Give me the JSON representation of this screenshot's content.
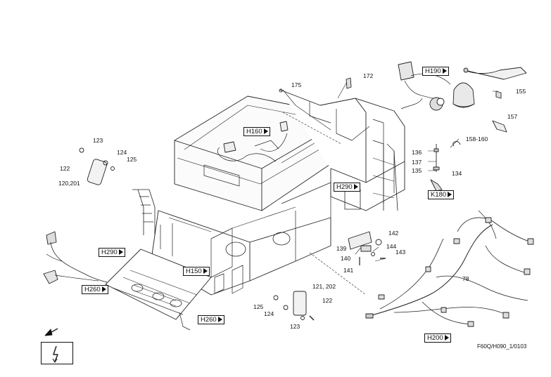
{
  "drawing_code": "F60Q/H090_1/0103",
  "part_numbers": [
    {
      "id": "p175",
      "text": "175"
    },
    {
      "id": "p172",
      "text": "172"
    },
    {
      "id": "p155",
      "text": "155"
    },
    {
      "id": "p157",
      "text": "157"
    },
    {
      "id": "p158",
      "text": "158-160"
    },
    {
      "id": "p136",
      "text": "136"
    },
    {
      "id": "p137",
      "text": "137"
    },
    {
      "id": "p135",
      "text": "135"
    },
    {
      "id": "p134",
      "text": "134"
    },
    {
      "id": "p123a",
      "text": "123"
    },
    {
      "id": "p124a",
      "text": "124"
    },
    {
      "id": "p125a",
      "text": "125"
    },
    {
      "id": "p122a",
      "text": "122"
    },
    {
      "id": "p120",
      "text": "120,201"
    },
    {
      "id": "p142",
      "text": "142"
    },
    {
      "id": "p139",
      "text": "139"
    },
    {
      "id": "p144",
      "text": "144"
    },
    {
      "id": "p143",
      "text": "143"
    },
    {
      "id": "p140",
      "text": "140"
    },
    {
      "id": "p141",
      "text": "141"
    },
    {
      "id": "p78",
      "text": "78"
    },
    {
      "id": "p121",
      "text": "121, 202"
    },
    {
      "id": "p122b",
      "text": "122"
    },
    {
      "id": "p125b",
      "text": "125"
    },
    {
      "id": "p124b",
      "text": "124"
    },
    {
      "id": "p123b",
      "text": "123"
    }
  ],
  "references": [
    {
      "id": "H190",
      "text": "H190"
    },
    {
      "id": "H160",
      "text": "H160"
    },
    {
      "id": "H290a",
      "text": "H290"
    },
    {
      "id": "K180",
      "text": "K180"
    },
    {
      "id": "H290b",
      "text": "H290"
    },
    {
      "id": "H150",
      "text": "H150"
    },
    {
      "id": "H260a",
      "text": "H260"
    },
    {
      "id": "H260b",
      "text": "H260"
    },
    {
      "id": "H200",
      "text": "H200"
    }
  ],
  "icons": [
    "direction-arrow-icon",
    "electrical-lightning-icon"
  ]
}
